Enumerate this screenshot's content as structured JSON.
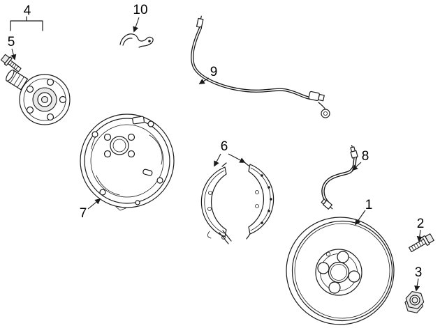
{
  "diagram": {
    "type": "exploded-parts-diagram",
    "subject": "rear-drum-brake-assembly",
    "colors": {
      "background": "#ffffff",
      "line": "#1a1a1a"
    },
    "labels": [
      {
        "id": "1",
        "text": "1",
        "part": "brake-drum"
      },
      {
        "id": "2",
        "text": "2",
        "part": "bolt"
      },
      {
        "id": "3",
        "text": "3",
        "part": "nut"
      },
      {
        "id": "4",
        "text": "4",
        "part": "hub-and-bearing-assembly"
      },
      {
        "id": "5",
        "text": "5",
        "part": "hub-bolt"
      },
      {
        "id": "6",
        "text": "6",
        "part": "brake-shoe-set"
      },
      {
        "id": "7",
        "text": "7",
        "part": "backing-plate"
      },
      {
        "id": "8",
        "text": "8",
        "part": "brake-hose"
      },
      {
        "id": "9",
        "text": "9",
        "part": "abs-sensor-cable"
      },
      {
        "id": "10",
        "text": "10",
        "part": "retainer-clip"
      }
    ]
  }
}
